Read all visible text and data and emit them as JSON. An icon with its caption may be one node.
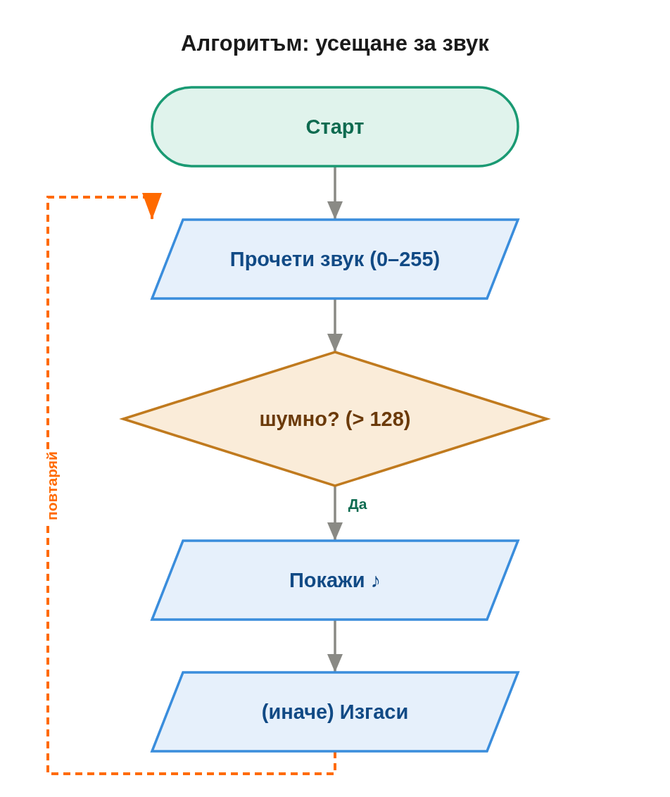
{
  "diagram": {
    "title": "Алгоритъм: усещане за звук",
    "nodes": [
      {
        "text": [
          "Старт"
        ]
      },
      {
        "text": [
          "Прочети звук (0–255)"
        ]
      },
      {
        "text": [
          "шумно? (> 128)"
        ]
      },
      {
        "text": [
          "Покажи ♪"
        ]
      },
      {
        "text": [
          "(иначе) Изгаси"
        ]
      }
    ],
    "edges": [
      {
        "from": 0,
        "to": 1,
        "arrow": "to"
      },
      {
        "from": 1,
        "to": 2,
        "arrow": "to"
      },
      {
        "from": 2,
        "to": 3,
        "arrow": "to",
        "label": "Да"
      },
      {
        "from": 3,
        "to": 4,
        "arrow": "to"
      },
      {
        "from": 4,
        "to": 1,
        "arrow": "to",
        "label": "повтаряй",
        "style": "dashed",
        "color": "#ff6a00"
      }
    ]
  }
}
